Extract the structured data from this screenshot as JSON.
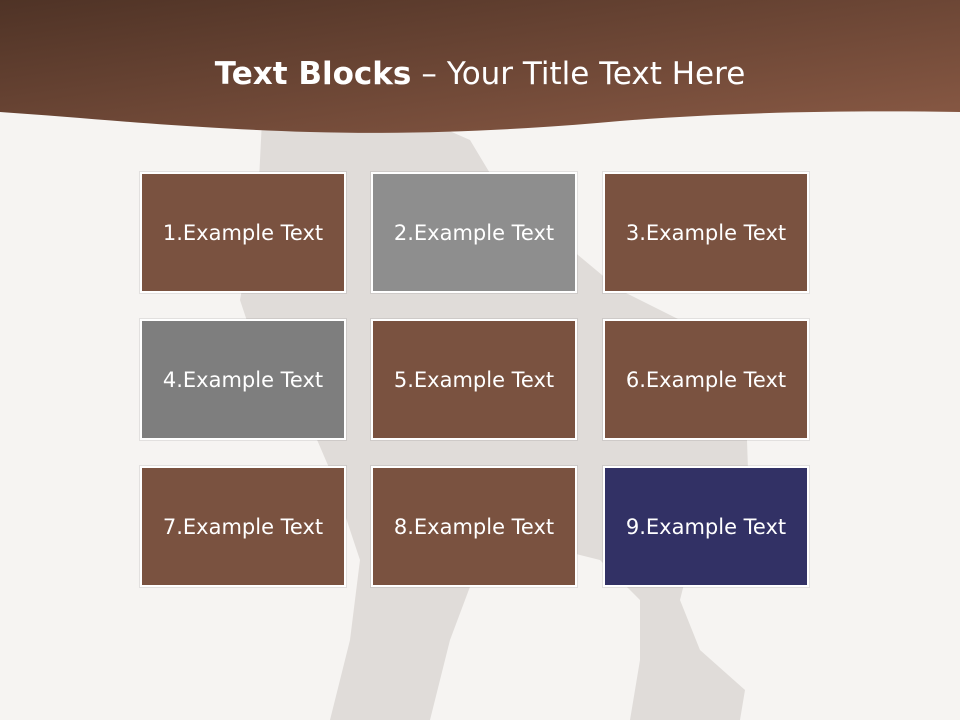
{
  "slide": {
    "title_bold": "Text Blocks",
    "title_separator": "–",
    "title_regular": "Your Title Text Here"
  },
  "blocks": [
    {
      "label": "1.Example Text",
      "color": "#7a5240"
    },
    {
      "label": "2.Example Text",
      "color": "#8e8e8e"
    },
    {
      "label": "3.Example Text",
      "color": "#7a5240"
    },
    {
      "label": "4.Example Text",
      "color": "#7e7e7e"
    },
    {
      "label": "5.Example Text",
      "color": "#7a5240"
    },
    {
      "label": "6.Example Text",
      "color": "#7a5240"
    },
    {
      "label": "7.Example Text",
      "color": "#7a5240"
    },
    {
      "label": "8.Example Text",
      "color": "#7a5240"
    },
    {
      "label": "9.Example Text",
      "color": "#323165"
    }
  ],
  "theme": {
    "header_dark": "#4f3326",
    "header_light": "#8a5a45",
    "background": "#f6f4f2"
  }
}
